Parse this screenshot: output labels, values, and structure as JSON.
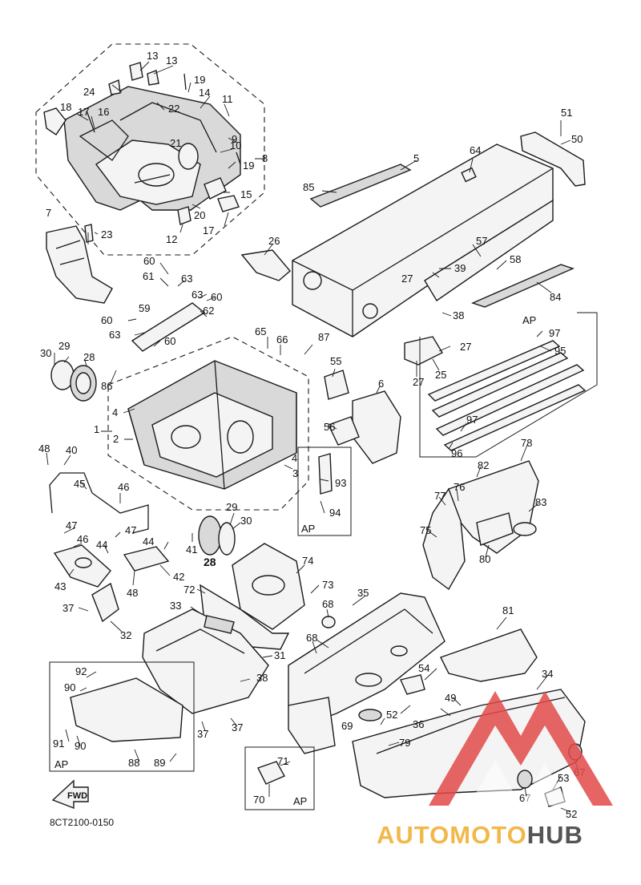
{
  "diagram": {
    "drawing_code": "8CT2100-0150",
    "fwd_label": "FWD",
    "ap_labels": [
      "AP",
      "AP",
      "AP",
      "AP"
    ],
    "watermark": {
      "part1": "AUTOMOTO",
      "part2": "HUB"
    },
    "callouts": [
      "13",
      "13",
      "19",
      "24",
      "22",
      "14",
      "11",
      "18",
      "17",
      "16",
      "9",
      "21",
      "10",
      "19",
      "8",
      "20",
      "15",
      "12",
      "17",
      "7",
      "23",
      "51",
      "50",
      "64",
      "5",
      "85",
      "26",
      "57",
      "58",
      "27",
      "39",
      "84",
      "38",
      "97",
      "95",
      "27",
      "25",
      "27",
      "60",
      "61",
      "63",
      "63",
      "60",
      "59",
      "62",
      "60",
      "63",
      "60",
      "65",
      "66",
      "87",
      "30",
      "29",
      "28",
      "86",
      "55",
      "6",
      "4",
      "1",
      "2",
      "56",
      "97",
      "96",
      "4",
      "3",
      "48",
      "40",
      "45",
      "46",
      "93",
      "94",
      "47",
      "46",
      "47",
      "44",
      "41",
      "29",
      "30",
      "28",
      "44",
      "43",
      "48",
      "42",
      "74",
      "72",
      "73",
      "33",
      "37",
      "32",
      "68",
      "35",
      "31",
      "38",
      "92",
      "90",
      "91",
      "90",
      "88",
      "89",
      "37",
      "37",
      "71",
      "70",
      "68",
      "54",
      "69",
      "52",
      "36",
      "79",
      "81",
      "34",
      "49",
      "78",
      "82",
      "76",
      "77",
      "83",
      "75",
      "80",
      "67",
      "67",
      "53",
      "52"
    ]
  }
}
